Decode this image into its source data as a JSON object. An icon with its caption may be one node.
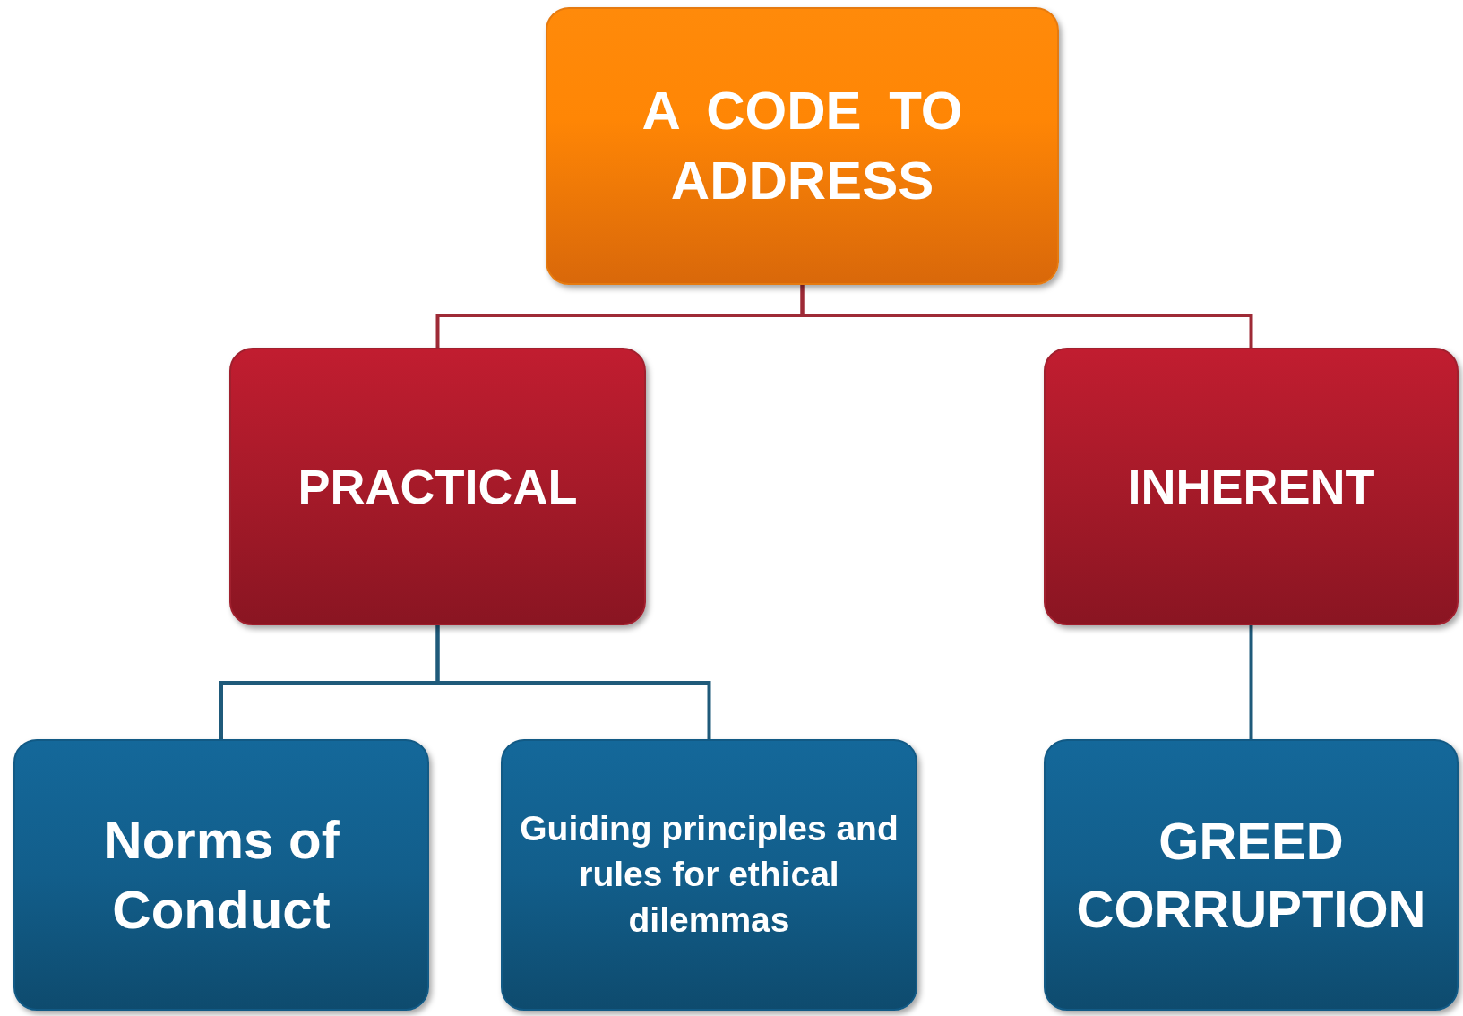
{
  "diagram": {
    "nodes": [
      {
        "text": [
          "A CODE TO ADDRESS"
        ]
      },
      {
        "text": [
          "PRACTICAL"
        ]
      },
      {
        "text": [
          "INHERENT"
        ]
      },
      {
        "text": [
          "Norms of Conduct"
        ]
      },
      {
        "text": [
          "Guiding principles and rules for ethical dilemmas"
        ]
      },
      {
        "text": [
          "GREED",
          "CORRUPTION"
        ]
      }
    ],
    "edges": [
      {
        "from": 0,
        "to": 1,
        "arrow": "none",
        "color": "#9e2a36"
      },
      {
        "from": 0,
        "to": 2,
        "arrow": "none",
        "color": "#9e2a36"
      },
      {
        "from": 1,
        "to": 3,
        "arrow": "none"
      },
      {
        "from": 1,
        "to": 4,
        "arrow": "none"
      },
      {
        "from": 2,
        "to": 5,
        "arrow": "none"
      }
    ]
  }
}
